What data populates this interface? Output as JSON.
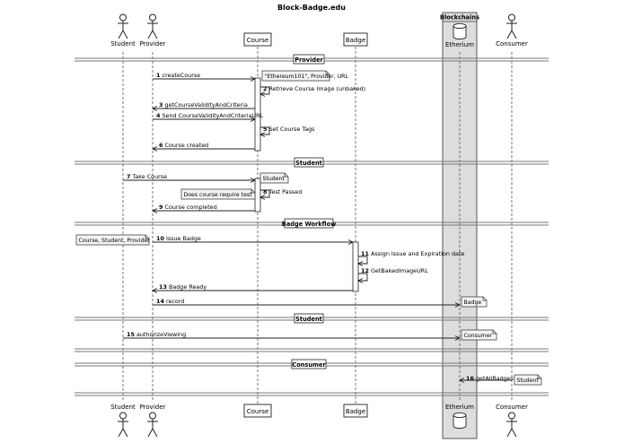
{
  "title": "Block-Badge.edu",
  "group": {
    "label": "Blockchains"
  },
  "participants": [
    {
      "name": "Student",
      "kind": "actor"
    },
    {
      "name": "Provider",
      "kind": "actor"
    },
    {
      "name": "Course",
      "kind": "box"
    },
    {
      "name": "Badge",
      "kind": "box"
    },
    {
      "name": "Etherium",
      "kind": "database"
    },
    {
      "name": "Consumer",
      "kind": "actor"
    }
  ],
  "dividers": [
    "Provider",
    "Student",
    "Badge Workflow",
    "Student",
    "",
    "Consumer"
  ],
  "messages": [
    {
      "num": "1",
      "text": "createCourse"
    },
    {
      "num": "2",
      "text": "Retrieve Course Image (unbaked)"
    },
    {
      "num": "3",
      "text": "getCourseValidityAndCriteria"
    },
    {
      "num": "4",
      "text": "Send CourseValidityAndCriteriaURL"
    },
    {
      "num": "5",
      "text": "Set Course Tags"
    },
    {
      "num": "6",
      "text": "Course created"
    },
    {
      "num": "7",
      "text": "Take Course"
    },
    {
      "num": "8",
      "text": "Test Passed"
    },
    {
      "num": "9",
      "text": "Course completed"
    },
    {
      "num": "10",
      "text": "Issue Badge"
    },
    {
      "num": "11",
      "text": "Assign Issue and Expiration date"
    },
    {
      "num": "12",
      "text": "GetBakedImageURL"
    },
    {
      "num": "13",
      "text": "Badge Ready"
    },
    {
      "num": "14",
      "text": "record"
    },
    {
      "num": "15",
      "text": "authorizeViewing"
    },
    {
      "num": "16",
      "text": "getAllBadges"
    }
  ],
  "notes": [
    "\"Ethereum101\", Provider, URL",
    "Student",
    "Does course require test",
    "Course, Student, Provider",
    "Badge",
    "Consumer",
    "Student"
  ],
  "colors": {
    "group_fill": "#dddddd",
    "divider": "#777777",
    "note_fill": "#f4f4f4"
  }
}
